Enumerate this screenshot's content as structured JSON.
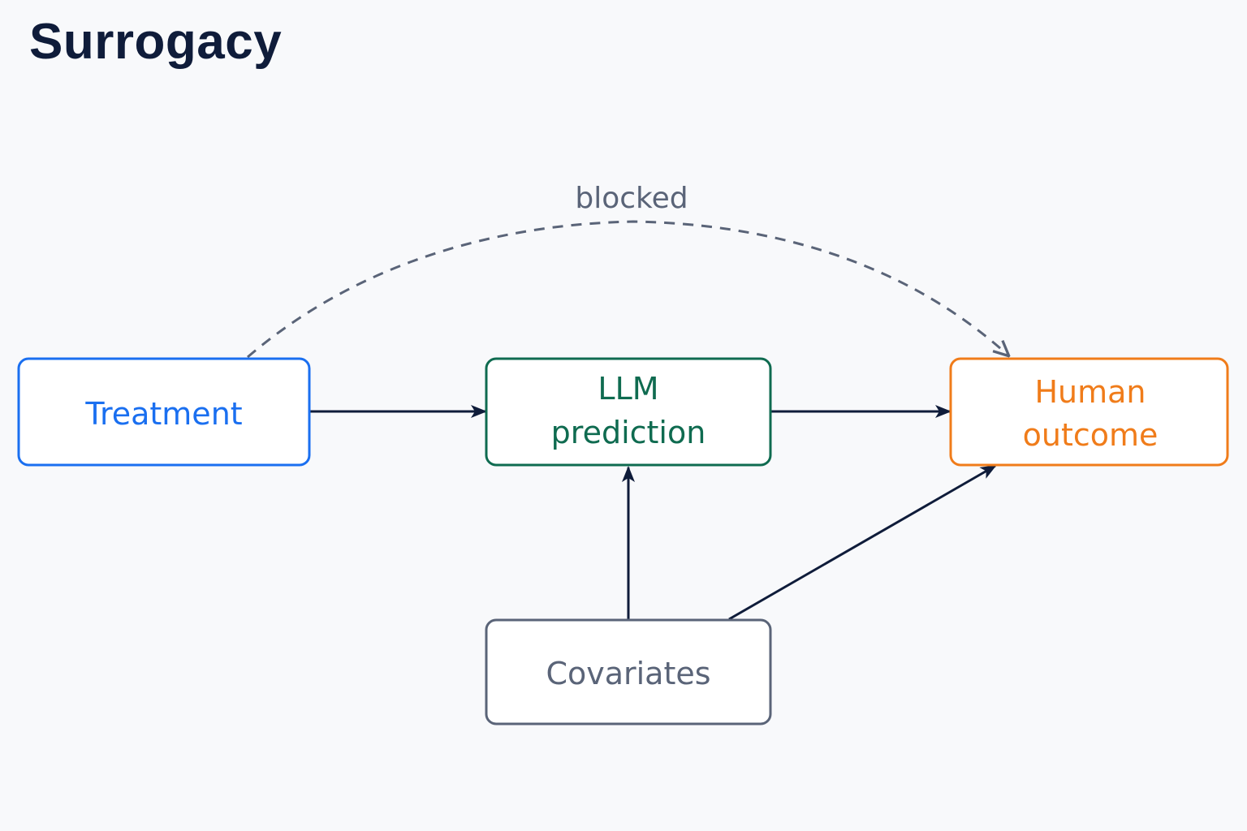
{
  "title": "Surrogacy",
  "nodes": {
    "treatment": {
      "lines": [
        "Treatment"
      ],
      "color": "#1a6ff0"
    },
    "llm_prediction": {
      "lines": [
        "LLM",
        "prediction"
      ],
      "color": "#0f6b50"
    },
    "human_outcome": {
      "lines": [
        "Human",
        "outcome"
      ],
      "color": "#f07c1a"
    },
    "covariates": {
      "lines": [
        "Covariates"
      ],
      "color": "#5a6478"
    }
  },
  "edges": [
    {
      "from": "treatment",
      "to": "llm_prediction",
      "style": "solid"
    },
    {
      "from": "llm_prediction",
      "to": "human_outcome",
      "style": "solid"
    },
    {
      "from": "covariates",
      "to": "llm_prediction",
      "style": "solid"
    },
    {
      "from": "covariates",
      "to": "human_outcome",
      "style": "solid"
    },
    {
      "from": "treatment",
      "to": "human_outcome",
      "style": "dashed",
      "label": "blocked"
    }
  ],
  "colors": {
    "edge": "#0f1c3a",
    "dashed_edge": "#5a6478",
    "title": "#0f1c3a",
    "background": "#f8f9fb"
  }
}
